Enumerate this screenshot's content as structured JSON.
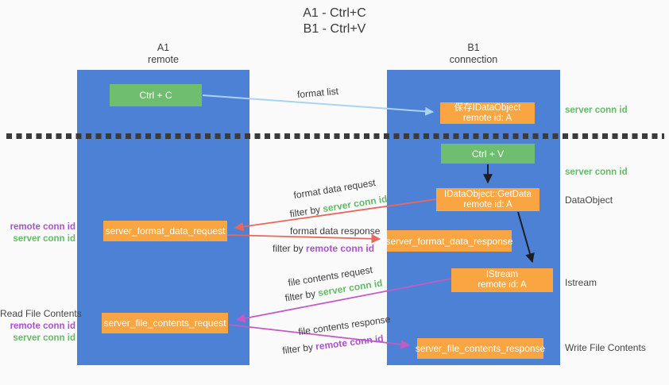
{
  "title": {
    "line1": "A1 - Ctrl+C",
    "line2": "B1 - Ctrl+V"
  },
  "columns": {
    "a1": {
      "name": "A1",
      "subtitle": "remote"
    },
    "b1": {
      "name": "B1",
      "subtitle": "connection"
    }
  },
  "boxes": {
    "ctrl_c": {
      "label": "Ctrl + C"
    },
    "ctrl_v": {
      "label": "Ctrl + V"
    },
    "save_dataobject": {
      "line1": "保存IDataObject",
      "line2": "remote id: A"
    },
    "getdata": {
      "line1": "IDataObject::GetData",
      "line2": "remote id: A"
    },
    "istream": {
      "line1": "IStream",
      "line2": "remote id: A"
    },
    "format_request": {
      "label": "server_format_data_request"
    },
    "format_response": {
      "label": "server_format_data_response"
    },
    "file_request": {
      "label": "server_file_contents_request"
    },
    "file_response": {
      "label": "server_file_contents_response"
    }
  },
  "annotations": {
    "format_list": "format list",
    "format_data_request": "format data request",
    "format_data_response": "format data response",
    "file_contents_request": "file contents request",
    "file_contents_response": "file contents response",
    "filter_by": "filter by",
    "server_conn_id": "server conn id",
    "remote_conn_id": "remote conn id"
  },
  "left_labels": {
    "remote_conn_id": "remote conn id",
    "server_conn_id": "server conn id",
    "read_file_contents": "Read File Contents"
  },
  "right_labels": {
    "server_conn_id_top": "server conn id",
    "server_conn_id_mid": "server conn id",
    "dataobject": "DataObject",
    "istream": "Istream",
    "write_file_contents": "Write File Contents"
  },
  "colors": {
    "column_blue": "#4d81d6",
    "box_green": "#6fbe70",
    "box_orange": "#f9a642",
    "text_green": "#64bb68",
    "text_purple": "#a953cc",
    "arrow_red": "#e9675d",
    "arrow_magenta": "#c45ac4",
    "arrow_light_blue": "#a9d3ee",
    "arrow_black": "#1e1e1e"
  }
}
